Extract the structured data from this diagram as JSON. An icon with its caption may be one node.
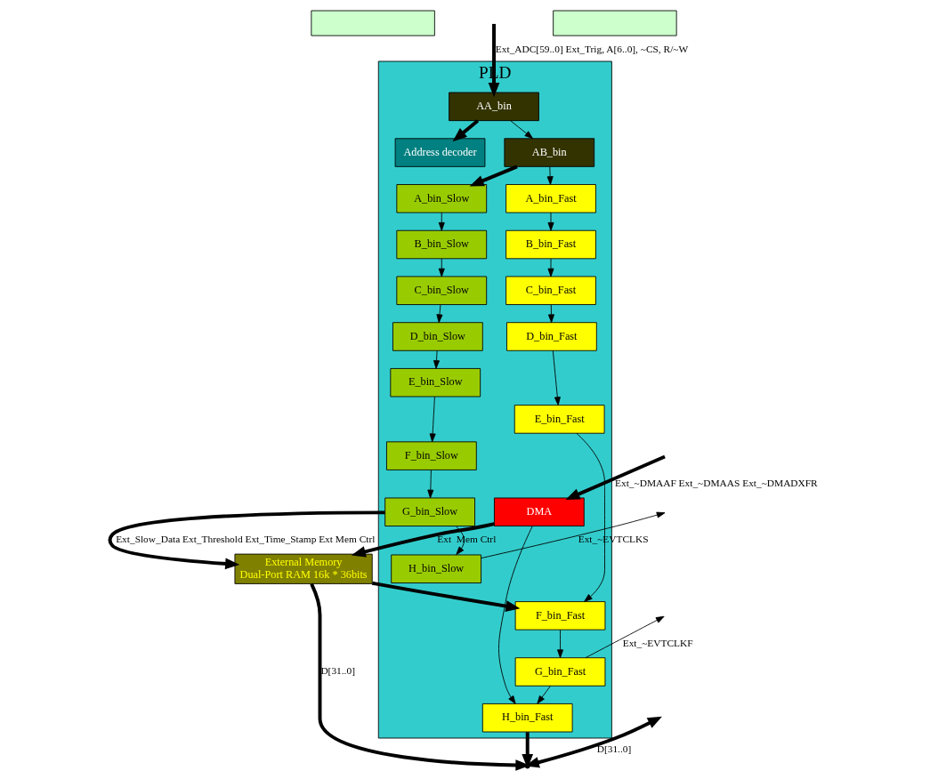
{
  "diagram": {
    "nodes": [
      {
        "text": [],
        "shape": "box"
      },
      {
        "text": [
          "PLD"
        ]
      },
      {
        "text": [
          "AA_bin"
        ],
        "in": 1
      },
      {
        "text": [
          "Address decoder"
        ],
        "in": 1
      },
      {
        "text": [
          "AB_bin"
        ],
        "in": 1
      },
      {
        "text": [
          "A_bin_Fast"
        ],
        "in": 1
      },
      {
        "text": [
          "B_bin_Fast"
        ],
        "in": 1
      },
      {
        "text": [
          "C_bin_Fast"
        ],
        "in": 1
      },
      {
        "text": [
          "D_bin_Fast"
        ],
        "in": 1
      },
      {
        "text": [
          "E_bin_Fast"
        ],
        "in": 1
      },
      {
        "text": [
          "F_bin_Fast"
        ],
        "in": 1
      },
      {
        "text": [
          "G_bin_Fast"
        ],
        "in": 1
      },
      {
        "text": [
          "H_bin_Fast"
        ],
        "in": 1
      },
      {
        "text": [
          "A_bin_Slow"
        ],
        "in": 1
      },
      {
        "text": [
          "B_bin_Slow"
        ],
        "in": 1
      },
      {
        "text": [
          "C_bin_Slow"
        ],
        "in": 1
      },
      {
        "text": [
          "D_bin_Slow"
        ],
        "in": 1
      },
      {
        "text": [
          "E_bin_Slow"
        ],
        "in": 1
      },
      {
        "text": [
          "F_bin_Slow"
        ],
        "in": 1
      },
      {
        "text": [
          "G_bin_Slow"
        ],
        "in": 1
      },
      {
        "text": [
          "H_bin_Slow"
        ],
        "in": 1
      },
      {
        "text": [
          "DMA"
        ],
        "in": 1
      },
      {
        "text": [],
        "shape": "box"
      },
      {
        "text": [
          "External Memory",
          "Dual-Port RAM 16k * 36bits"
        ]
      },
      {
        "text": [],
        "shape": "point"
      }
    ],
    "edges": [
      {
        "from": null,
        "to": 2,
        "arrow": "to",
        "label": "Ext_ADC[59..0] Ext_Trig, A[6..0], ~CS, R/~W",
        "style": "thick"
      },
      {
        "from": 2,
        "to": 3,
        "arrow": "to",
        "style": "thick"
      },
      {
        "from": 2,
        "to": 4,
        "arrow": "to"
      },
      {
        "from": 4,
        "to": 5,
        "arrow": "to"
      },
      {
        "from": 4,
        "to": 13,
        "arrow": "to",
        "style": "thick"
      },
      {
        "from": 5,
        "to": 6,
        "arrow": "to"
      },
      {
        "from": 6,
        "to": 7,
        "arrow": "to"
      },
      {
        "from": 7,
        "to": 8,
        "arrow": "to"
      },
      {
        "from": 8,
        "to": 9,
        "arrow": "to"
      },
      {
        "from": 9,
        "to": 10,
        "arrow": "to"
      },
      {
        "from": 10,
        "to": 11,
        "arrow": "to"
      },
      {
        "from": 11,
        "to": 12,
        "arrow": "to"
      },
      {
        "from": 13,
        "to": 14,
        "arrow": "to"
      },
      {
        "from": 14,
        "to": 15,
        "arrow": "to"
      },
      {
        "from": 15,
        "to": 16,
        "arrow": "to"
      },
      {
        "from": 16,
        "to": 17,
        "arrow": "to"
      },
      {
        "from": 17,
        "to": 18,
        "arrow": "to"
      },
      {
        "from": 18,
        "to": 19,
        "arrow": "to"
      },
      {
        "from": 19,
        "to": 20,
        "arrow": "to"
      },
      {
        "from": 11,
        "to": null,
        "arrow": "to",
        "label": "Ext_~EVTCLKF"
      },
      {
        "from": 20,
        "to": null,
        "arrow": "to",
        "label": "Ext_~EVTCLKS"
      },
      {
        "from": 12,
        "to": 24,
        "arrow": "to",
        "style": "thick"
      },
      {
        "from": 24,
        "to": null,
        "arrow": "both",
        "label": "D[31..0]",
        "style": "thick"
      },
      {
        "from": 23,
        "to": 24,
        "arrow": "to",
        "label": "D[31..0]",
        "style": "thick"
      },
      {
        "from": 23,
        "to": 10,
        "arrow": "to",
        "style": "thick"
      },
      {
        "from": 21,
        "to": 12,
        "arrow": "to"
      },
      {
        "from": null,
        "to": 21,
        "arrow": "to",
        "label": "Ext_~DMAAF Ext_~DMAAS Ext_~DMADXFR",
        "style": "thick"
      },
      {
        "from": 19,
        "to": 23,
        "arrow": "to",
        "label": "Ext_Slow_Data Ext_Threshold Ext_Time_Stamp Ext Mem Ctrl",
        "style": "thick"
      },
      {
        "from": 21,
        "to": 23,
        "arrow": "to",
        "label": "Ext  Mem Ctrl",
        "style": "thick"
      }
    ]
  }
}
